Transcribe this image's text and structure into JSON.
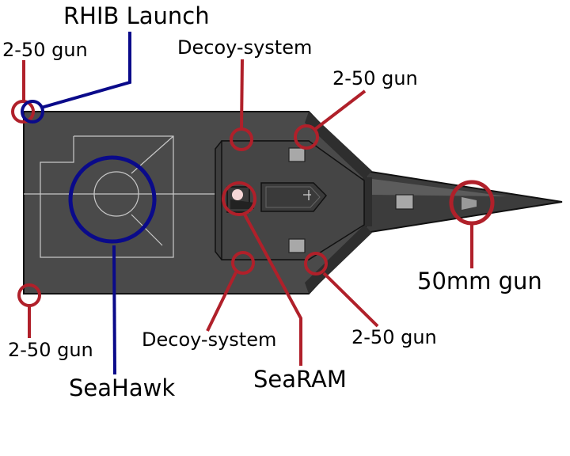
{
  "colors": {
    "hull": "#4a4a4a",
    "hull_outline": "#111111",
    "deck_lines": "#cccccc",
    "structure": "#3d3d3d",
    "mount": "#a8a8a8",
    "red_marker": "#b0202a",
    "blue_marker": "#0a0a8a"
  },
  "labels": {
    "rhib_launch": "RHIB Launch",
    "gun_top_left": "2-50 gun",
    "decoy_top": "Decoy-system",
    "gun_top_right": "2-50 gun",
    "gun_50mm": "50mm gun",
    "gun_bottom_left": "2-50 gun",
    "decoy_bottom": "Decoy-system",
    "gun_bottom_right": "2-50 gun",
    "searam": "SeaRAM",
    "seahawk": "SeaHawk"
  }
}
